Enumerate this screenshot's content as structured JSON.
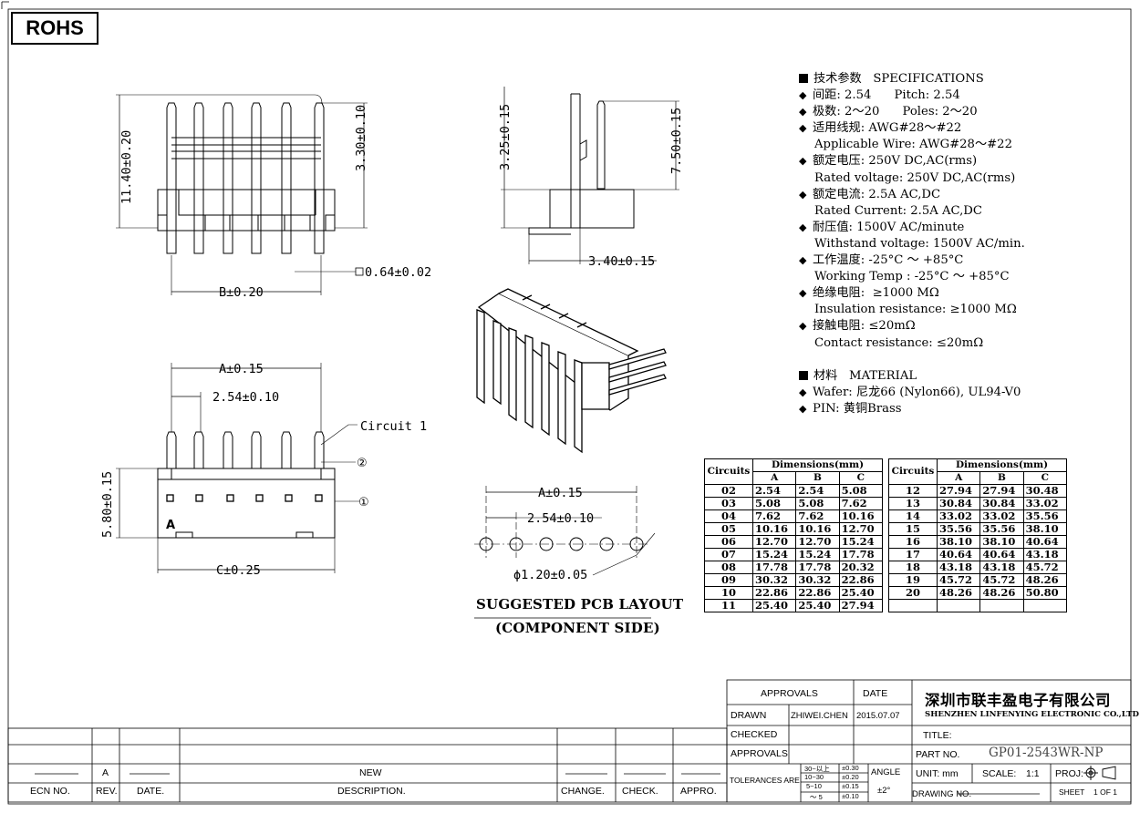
{
  "rohs": "ROHS",
  "dims": {
    "h_total": "11.40±0.20",
    "h_pin_top": "3.30±0.10",
    "pin_square": "0.64±0.02",
    "b_dim": "B±0.20",
    "a_dim": "A±0.15",
    "pitch": "2.54±0.10",
    "circuit": "Circuit 1",
    "mark2": "②",
    "mark1": "①",
    "body_h": "5.80±0.15",
    "c_dim": "C±0.25",
    "label_a": "A",
    "side_h1": "3.25±0.15",
    "side_h2": "7.50±0.15",
    "side_w": "3.40±0.15",
    "pcb_a": "A±0.15",
    "pcb_pitch": "2.54±0.10",
    "pcb_hole": "ϕ1.20±0.05"
  },
  "pcb_title": "SUGGESTED PCB LAYOUT",
  "pcb_sub": "(COMPONENT SIDE)",
  "specs": [
    {
      "kind": "head",
      "text": "技术参数   SPECIFICATIONS"
    },
    {
      "kind": "item",
      "text": "间距: 2.54      Pitch: 2.54"
    },
    {
      "kind": "item",
      "text": "极数: 2～20      Poles: 2～20"
    },
    {
      "kind": "item",
      "text": "适用线规: AWG#28～#22"
    },
    {
      "kind": "cont",
      "text": "Applicable Wire: AWG#28～#22"
    },
    {
      "kind": "item",
      "text": "额定电压: 250V DC,AC(rms)"
    },
    {
      "kind": "cont",
      "text": "Rated voltage: 250V DC,AC(rms)"
    },
    {
      "kind": "item",
      "text": "额定电流: 2.5A AC,DC"
    },
    {
      "kind": "cont",
      "text": "Rated Current: 2.5A AC,DC"
    },
    {
      "kind": "item",
      "text": "耐压值: 1500V AC/minute"
    },
    {
      "kind": "cont",
      "text": "Withstand voltage: 1500V AC/min."
    },
    {
      "kind": "item",
      "text": "工作温度: -25°C ～ +85°C"
    },
    {
      "kind": "cont",
      "text": "Working Temp : -25°C ～ +85°C"
    },
    {
      "kind": "item",
      "text": "绝缘电阻:  ≥1000 MΩ"
    },
    {
      "kind": "cont",
      "text": "Insulation resistance: ≥1000 MΩ"
    },
    {
      "kind": "item",
      "text": "接触电阻: ≤20mΩ"
    },
    {
      "kind": "cont",
      "text": "Contact resistance: ≤20mΩ"
    },
    {
      "kind": "blank",
      "text": ""
    },
    {
      "kind": "head",
      "text": "材料   MATERIAL"
    },
    {
      "kind": "item",
      "text": "Wafer: 尼龙66 (Nylon66), UL94-V0"
    },
    {
      "kind": "item",
      "text": "PIN: 黄铜Brass"
    }
  ],
  "table": {
    "col_circuits": "Circuits",
    "col_dims": "Dimensions(mm)",
    "col_a": "A",
    "col_b": "B",
    "col_c": "C",
    "left_rows": [
      [
        "02",
        "2.54",
        "2.54",
        "5.08"
      ],
      [
        "03",
        "5.08",
        "5.08",
        "7.62"
      ],
      [
        "04",
        "7.62",
        "7.62",
        "10.16"
      ],
      [
        "05",
        "10.16",
        "10.16",
        "12.70"
      ],
      [
        "06",
        "12.70",
        "12.70",
        "15.24"
      ],
      [
        "07",
        "15.24",
        "15.24",
        "17.78"
      ],
      [
        "08",
        "17.78",
        "17.78",
        "20.32"
      ],
      [
        "09",
        "30.32",
        "30.32",
        "22.86"
      ],
      [
        "10",
        "22.86",
        "22.86",
        "25.40"
      ],
      [
        "11",
        "25.40",
        "25.40",
        "27.94"
      ]
    ],
    "right_rows": [
      [
        "12",
        "27.94",
        "27.94",
        "30.48"
      ],
      [
        "13",
        "30.84",
        "30.84",
        "33.02"
      ],
      [
        "14",
        "33.02",
        "33.02",
        "35.56"
      ],
      [
        "15",
        "35.56",
        "35.56",
        "38.10"
      ],
      [
        "16",
        "38.10",
        "38.10",
        "40.64"
      ],
      [
        "17",
        "40.64",
        "40.64",
        "43.18"
      ],
      [
        "18",
        "43.18",
        "43.18",
        "45.72"
      ],
      [
        "19",
        "45.72",
        "45.72",
        "48.26"
      ],
      [
        "20",
        "48.26",
        "48.26",
        "50.80"
      ],
      [
        "",
        "",
        "",
        ""
      ]
    ]
  },
  "titleblock": {
    "approvals_head": "APPROVALS",
    "date_head": "DATE",
    "drawn": "DRAWN",
    "drawn_by": "ZHIWEI.CHEN",
    "drawn_date": "2015.07.07",
    "checked": "CHECKED",
    "approvals": "APPROVALS",
    "tolerances": "TOLERANCES ARE",
    "tol": [
      [
        "30~以上",
        "±0.30"
      ],
      [
        "10~30",
        "±0.20"
      ],
      [
        "5~10",
        "±0.15"
      ],
      [
        "～ 5",
        "±0.10"
      ]
    ],
    "angle": "ANGLE",
    "angle_val": "±2°",
    "company_cn": "深圳市联丰盈电子有限公司",
    "company_en": "SHENZHEN LINFENYING ELECTRONIC CO.,LTD",
    "title_label": "TITLE:",
    "part_label": "PART NO.",
    "part_no": "GP01-2543WR-NP",
    "unit": "UNIT: mm",
    "scale": "SCALE:",
    "scale_val": "1:1",
    "proj": "PROJ:",
    "drawing_no": "DRAWING NO.",
    "sheet": "SHEET",
    "sheet_val": "1 OF 1"
  },
  "revblock": {
    "rev_val": "A",
    "desc_val": "NEW",
    "ecn": "ECN NO.",
    "rev": "REV.",
    "date": "DATE.",
    "desc": "DESCRIPTION.",
    "change": "CHANGE.",
    "check": "CHECK.",
    "appro": "APPRO."
  }
}
